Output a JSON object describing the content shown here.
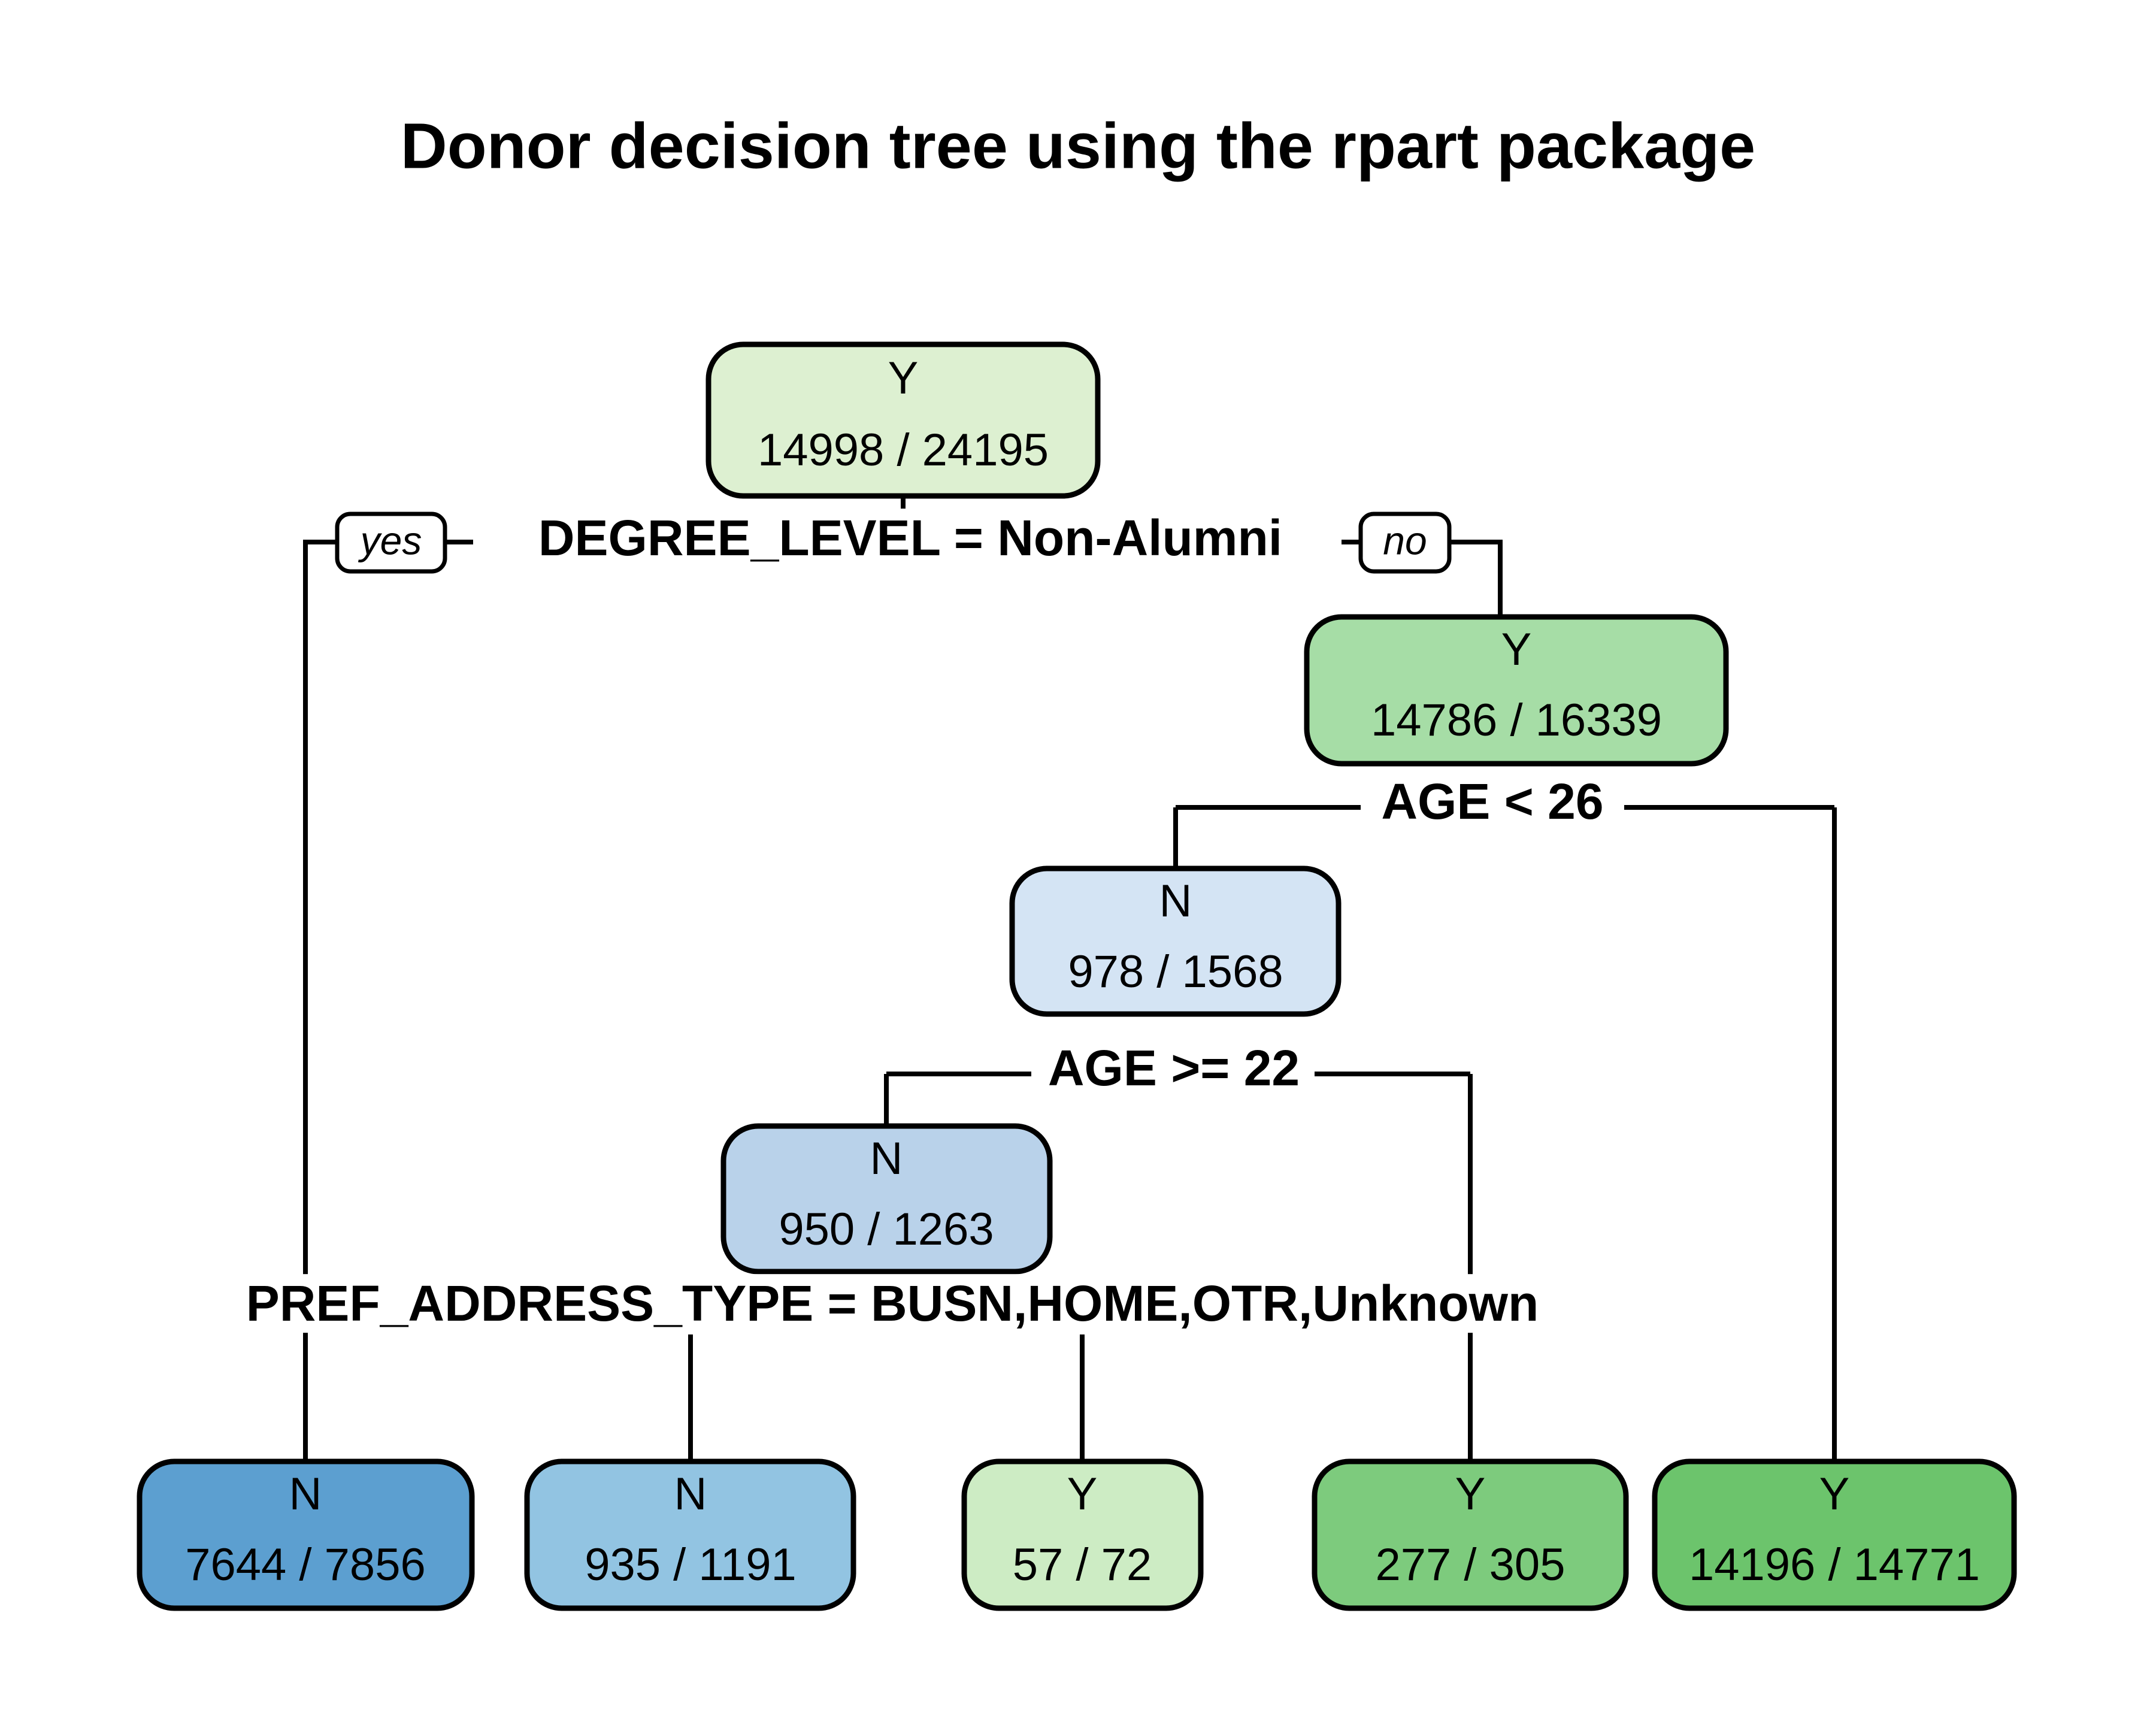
{
  "title": "Donor decision tree using the rpart package",
  "chart_data": {
    "type": "diagram",
    "diagram_kind": "decision-tree",
    "title": "Donor decision tree using the rpart package",
    "target_variable": "Donor",
    "classes": [
      "Y",
      "N"
    ],
    "branch_labels": {
      "yes": "yes",
      "no": "no"
    },
    "splits": [
      {
        "id": "split1",
        "label": "DEGREE_LEVEL = Non-Alumni",
        "variable": "DEGREE_LEVEL",
        "operator": "=",
        "value": "Non-Alumni"
      },
      {
        "id": "split2",
        "label": "AGE < 26",
        "variable": "AGE",
        "operator": "<",
        "value": "26"
      },
      {
        "id": "split3",
        "label": "AGE >= 22",
        "variable": "AGE",
        "operator": ">=",
        "value": "22"
      },
      {
        "id": "split4",
        "label": "PREF_ADDRESS_TYPE = BUSN,HOME,OTR,Unknown",
        "variable": "PREF_ADDRESS_TYPE",
        "operator": "=",
        "value": "BUSN,HOME,OTR,Unknown"
      }
    ],
    "nodes": [
      {
        "id": "root",
        "class_label": "Y",
        "counts": "14998 / 24195",
        "correct": 14998,
        "total": 24195,
        "fill": "#ddf0d1",
        "is_leaf": false,
        "depth": 0
      },
      {
        "id": "n2",
        "class_label": "Y",
        "counts": "14786 / 16339",
        "correct": 14786,
        "total": 16339,
        "fill": "#a6dda6",
        "is_leaf": false,
        "depth": 1
      },
      {
        "id": "n3",
        "class_label": "N",
        "counts": "978 / 1568",
        "correct": 978,
        "total": 1568,
        "fill": "#d4e4f4",
        "is_leaf": false,
        "depth": 2
      },
      {
        "id": "n4",
        "class_label": "N",
        "counts": "950 / 1263",
        "correct": 950,
        "total": 1263,
        "fill": "#b9d2ea",
        "is_leaf": false,
        "depth": 3
      },
      {
        "id": "leaf1",
        "class_label": "N",
        "counts": "7644 / 7856",
        "correct": 7644,
        "total": 7856,
        "fill": "#5c9fd0",
        "is_leaf": true,
        "depth": 4
      },
      {
        "id": "leaf2",
        "class_label": "N",
        "counts": "935 / 1191",
        "correct": 935,
        "total": 1191,
        "fill": "#92c4e2",
        "is_leaf": true,
        "depth": 4
      },
      {
        "id": "leaf3",
        "class_label": "Y",
        "counts": "57 / 72",
        "correct": 57,
        "total": 72,
        "fill": "#cdecc4",
        "is_leaf": true,
        "depth": 4
      },
      {
        "id": "leaf4",
        "class_label": "Y",
        "counts": "277 / 305",
        "correct": 277,
        "total": 305,
        "fill": "#7dcb7d",
        "is_leaf": true,
        "depth": 4
      },
      {
        "id": "leaf5",
        "class_label": "Y",
        "counts": "14196 / 14771",
        "correct": 14196,
        "total": 14771,
        "fill": "#6cc46c",
        "is_leaf": true,
        "depth": 4
      }
    ],
    "edges": [
      {
        "from": "root",
        "to": "leaf1",
        "branch": "yes",
        "split": "split1"
      },
      {
        "from": "root",
        "to": "n2",
        "branch": "no",
        "split": "split1"
      },
      {
        "from": "n2",
        "to": "n3",
        "branch": "yes",
        "split": "split2"
      },
      {
        "from": "n2",
        "to": "leaf5",
        "branch": "no",
        "split": "split2"
      },
      {
        "from": "n3",
        "to": "n4",
        "branch": "yes",
        "split": "split3"
      },
      {
        "from": "n3",
        "to": "leaf4",
        "branch": "no",
        "split": "split3"
      },
      {
        "from": "n4",
        "to": "leaf2",
        "branch": "yes",
        "split": "split4"
      },
      {
        "from": "n4",
        "to": "leaf3",
        "branch": "no",
        "split": "split4"
      }
    ]
  },
  "nodes": {
    "root": {
      "class_label": "Y",
      "counts": "14998 / 24195"
    },
    "n2": {
      "class_label": "Y",
      "counts": "14786 / 16339"
    },
    "n3": {
      "class_label": "N",
      "counts": "978 / 1568"
    },
    "n4": {
      "class_label": "N",
      "counts": "950 / 1263"
    },
    "leaf1": {
      "class_label": "N",
      "counts": "7644 / 7856"
    },
    "leaf2": {
      "class_label": "N",
      "counts": "935 / 1191"
    },
    "leaf3": {
      "class_label": "Y",
      "counts": "57 / 72"
    },
    "leaf4": {
      "class_label": "Y",
      "counts": "277 / 305"
    },
    "leaf5": {
      "class_label": "Y",
      "counts": "14196 / 14771"
    }
  },
  "splits": {
    "split1": "DEGREE_LEVEL = Non-Alumni",
    "split2": "AGE < 26",
    "split3": "AGE >= 22",
    "split4": "PREF_ADDRESS_TYPE = BUSN,HOME,OTR,Unknown"
  },
  "branch": {
    "yes": "yes",
    "no": "no"
  },
  "colors": {
    "root_fill": "#ddf0d1",
    "n2_fill": "#a6dda6",
    "n3_fill": "#d4e4f4",
    "n4_fill": "#b9d2ea",
    "leaf1_fill": "#5c9fd0",
    "leaf2_fill": "#92c4e2",
    "leaf3_fill": "#cdecc4",
    "leaf4_fill": "#7dcb7d",
    "leaf5_fill": "#6cc46c",
    "stroke": "#000000",
    "background": "#ffffff"
  }
}
